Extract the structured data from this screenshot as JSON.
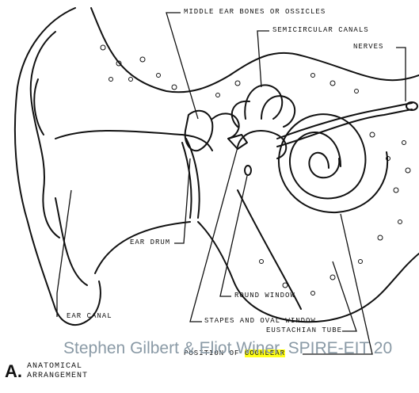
{
  "labels": {
    "middle_ear_bones": "MIDDLE EAR BONES OR OSSICLES",
    "semicircular_canals": "SEMICIRCULAR CANALS",
    "nerves": "NERVES",
    "ear_drum": "EAR DRUM",
    "round_window": "ROUND WINDOW",
    "stapes_oval_window": "STAPES AND OVAL WINDOW",
    "ear_canal": "EAR CANAL",
    "eustachian_tube": "EUSTACHIAN TUBE",
    "position_of_prefix": "POSITION OF",
    "cochlear": "COCHLEAR"
  },
  "caption": {
    "letter": "A.",
    "line1": "ANATOMICAL",
    "line2": "ARRANGEMENT"
  },
  "credit": "Stephen Gilbert & Eliot Winer, SPIRE-EIT 20",
  "colors": {
    "ink": "#111111",
    "highlight": "#ffff1a",
    "credit_text": "#8a9aa6"
  }
}
